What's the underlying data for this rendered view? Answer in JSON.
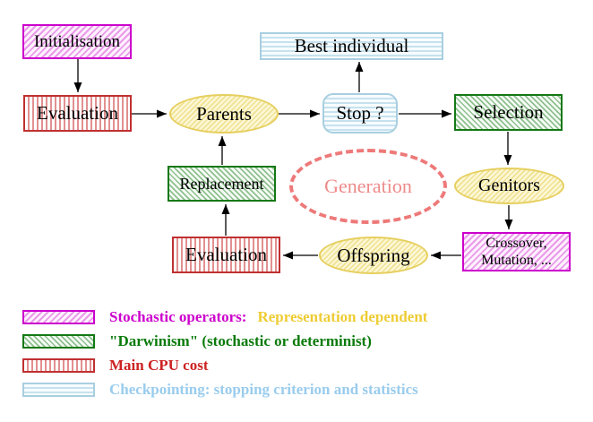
{
  "diagram": {
    "nodes": {
      "initialisation": {
        "label": "Initialisation"
      },
      "evaluation_top": {
        "label": "Evaluation"
      },
      "parents": {
        "label": "Parents"
      },
      "best_individual": {
        "label": "Best individual"
      },
      "stop": {
        "label": "Stop ?"
      },
      "selection": {
        "label": "Selection"
      },
      "replacement": {
        "label": "Replacement"
      },
      "generation": {
        "label": "Generation"
      },
      "genitors": {
        "label": "Genitors"
      },
      "evaluation_bottom": {
        "label": "Evaluation"
      },
      "offspring": {
        "label": "Offspring"
      },
      "crossover_mutation": {
        "line1": "Crossover,",
        "line2": "Mutation, ..."
      }
    },
    "arrows": [
      "initialisation -> evaluation_top",
      "evaluation_top -> parents",
      "parents -> stop",
      "stop -> best_individual",
      "stop -> selection",
      "selection -> genitors",
      "genitors -> crossover_mutation",
      "crossover_mutation -> offspring",
      "offspring -> evaluation_bottom",
      "evaluation_bottom -> replacement",
      "replacement -> parents"
    ]
  },
  "legend": {
    "items": [
      {
        "pattern": "magenta-diagonal-hatch",
        "label": "Stochastic operators:",
        "label_secondary": "Representation dependent",
        "color": "#cc00cc",
        "color_secondary": "#eecc33"
      },
      {
        "pattern": "green-diagonal-hatch",
        "label": "\"Darwinism\" (stochastic or determinist)",
        "color": "#0a7a0a"
      },
      {
        "pattern": "red-vertical-stripes",
        "label": "Main CPU cost",
        "color": "#cc2222"
      },
      {
        "pattern": "cyan-horizontal-stripes",
        "label": "Checkpointing: stopping criterion and statistics",
        "color": "#99ccee"
      }
    ]
  },
  "colors": {
    "magenta": "#cc00cc",
    "green": "#147814",
    "red": "#c03030",
    "cyan_border": "#a8cfe0",
    "yellow_border": "#e6cf5f",
    "generation_pink": "#ee7979",
    "gold_text": "#eecc33",
    "arrow": "#000000"
  }
}
